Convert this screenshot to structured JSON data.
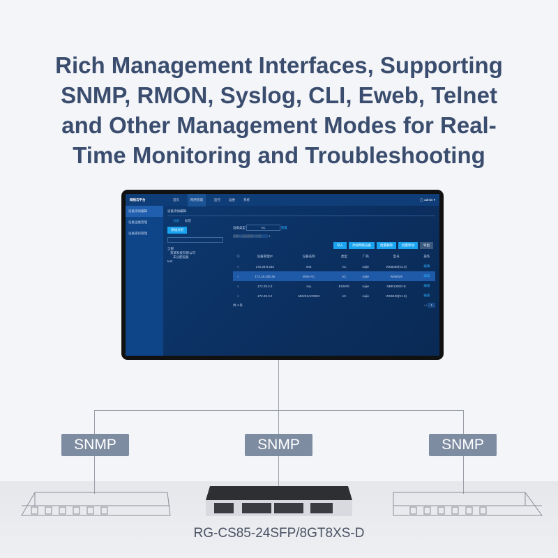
{
  "headline": [
    "Rich Management Interfaces, Supporting",
    "SNMP, RMON, Syslog, CLI, Eweb, Telnet",
    "and Other Management Modes for Real-",
    "Time Monitoring and Troubleshooting"
  ],
  "app": {
    "logo": "网络云平台",
    "nav": [
      "首页",
      "网络管理",
      "监控",
      "运维",
      "系统"
    ],
    "user": "admin",
    "sidebar": [
      "设备添加编辑",
      "设备运维管理",
      "设备密码管理"
    ],
    "page_title": "设备添加编辑",
    "tabs": [
      "分组",
      "标签"
    ],
    "add_group": "添加分组",
    "tree": [
      "全部",
      "某某科技有限公司",
      "未分配设备",
      "test"
    ],
    "filter_type": "AC",
    "filter_label": "设备类型",
    "reset": "重置",
    "search_placeholder": "请输入设备管理IP/名称",
    "actions": [
      "导入",
      "添加网络设备",
      "批量删除",
      "批量移动",
      "导出"
    ],
    "columns": [
      "设备管理IP",
      "设备名称",
      "类型",
      "厂商",
      "型号",
      "操作"
    ],
    "rows": [
      [
        "172.29.9.233",
        "test",
        "AC",
        "ruijie",
        "WS6008(V2.0)",
        "编辑"
      ],
      [
        "172.18.205.35",
        "WS6-AC",
        "AC",
        "ruijie",
        "WS6028",
        "编辑"
      ],
      [
        "172.29.3.3",
        "sxy",
        "EGNFE",
        "ruijie",
        "NBR1300G-E",
        "编辑"
      ],
      [
        "172.29.3.2",
        "MS201AC0003",
        "AC",
        "ruijie",
        "WS6108(V1.0)",
        "编辑"
      ]
    ],
    "total": "共 4 条",
    "page": "1"
  },
  "snmp_labels": [
    "SNMP",
    "SNMP",
    "SNMP"
  ],
  "model": "RG-CS85-24SFP/8GT8XS-D"
}
